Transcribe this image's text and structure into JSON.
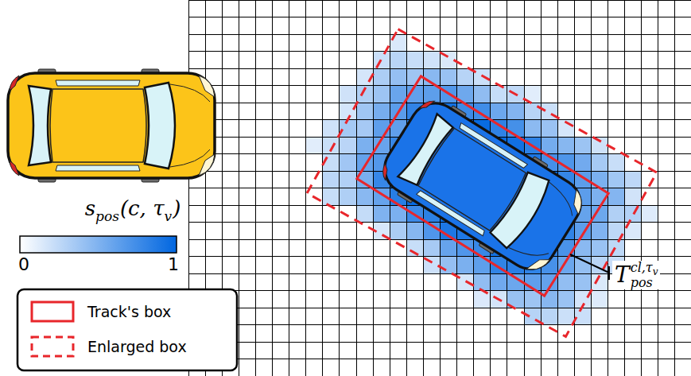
{
  "diagram": {
    "labels": [
      "s",
      "pos",
      "(c, τ",
      "v",
      ")",
      "0",
      "1",
      "T",
      "cl,τ",
      "v",
      "pos"
    ],
    "legend": [
      {
        "text": "Track's box"
      },
      {
        "text": "Enlarged box"
      }
    ]
  }
}
